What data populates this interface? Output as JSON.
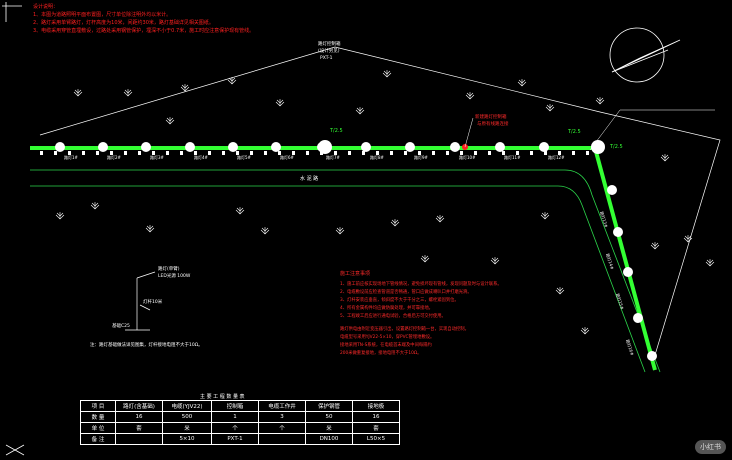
{
  "drawing": {
    "top_notes": [
      "设计说明：",
      "1、本图为道路照明平面布置图，尺寸单位除注明外均以米计。",
      "2、路灯采用单臂路灯，灯杆高度为10米，间距约30米，路灯基础详见相关图纸。",
      "3、电缆采用穿管直埋敷设，过路处采用钢管保护，埋深不小于0.7米，施工时应注意保护现有管线。"
    ],
    "road_label": "水 泥 路",
    "north_arrow_icon": "north-arrow-icon",
    "top_label_lines": [
      "路灯控制箱",
      "(设计另见)",
      "PXT-1"
    ],
    "red_callout_lines": [
      "新建路灯控制箱",
      "与原有线路连接"
    ],
    "green_markers": {
      "left": "T/2.5",
      "right_top": "T/2.5",
      "right_side": "T/2.5"
    },
    "lamp_labels_horizontal": [
      "路灯1#",
      "路灯2#",
      "路灯3#",
      "路灯4#",
      "路灯5#",
      "路灯6#",
      "路灯7#",
      "路灯8#",
      "路灯9#",
      "路灯10#",
      "路灯11#",
      "路灯12#"
    ],
    "lamp_labels_vertical": [
      "路灯13#",
      "路灯14#",
      "路灯15#",
      "路灯16#"
    ],
    "detail_labels": {
      "lamp_head": "路灯(单臂)",
      "lamp_spec": "LED光源 100W",
      "pole": "灯杆10米",
      "ground": "基础C25",
      "footnote": "注：路灯基础做法详见图集，灯杆接地电阻不大于10Ω。"
    },
    "construction_notes_title": "施工注意事项",
    "construction_notes": [
      "1、施工前应核实现场地下管线情况，避免损坏现有管线，发现问题及时与设计联系。",
      "2、电缆敷设前应检查管道是否畅通，管口应做成喇叭口并打磨光滑。",
      "3、灯杆安装应垂直，倾斜度不大于千分之三，螺栓紧固到位。",
      "4、所有金属构件均应做防腐处理，并可靠接地。",
      "5、工程竣工后应进行通电试验，合格后方可交付使用。"
    ],
    "extra_notes": [
      "路灯供电由附近变压器引出，设置路灯控制箱一台，实现自动控制。",
      "电缆型号采用YJV22-5×10，穿PVC管埋地敷设。",
      "接地采用TN-S系统，在电缆首末端及中间每隔约",
      "200米做重复接地，接地电阻不大于10Ω。"
    ],
    "table": {
      "title": "主 要 工 程 数 量 表",
      "headers": [
        "项 目",
        "路灯(含基础)",
        "电缆(YJV22)",
        "控制箱",
        "电缆工作井",
        "保护钢管",
        "接地极"
      ],
      "rows": [
        [
          "数 量",
          "16",
          "500",
          "1",
          "3",
          "50",
          "16"
        ],
        [
          "单 位",
          "套",
          "米",
          "个",
          "个",
          "米",
          "套"
        ],
        [
          "备 注",
          "",
          "5×10",
          "PXT-1",
          "",
          "DN100",
          "L50×5"
        ]
      ]
    },
    "watermark": "小红书"
  }
}
